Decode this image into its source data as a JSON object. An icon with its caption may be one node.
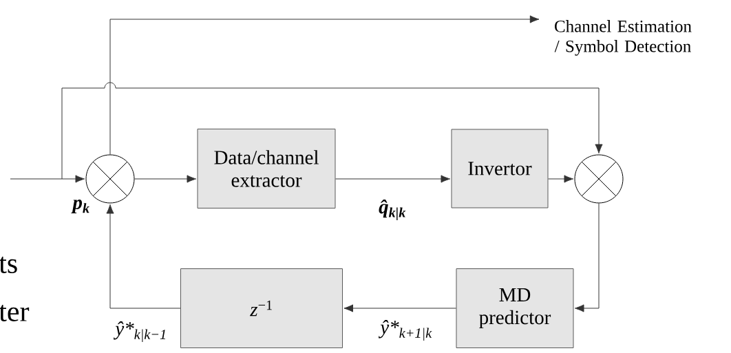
{
  "diagram": {
    "nodes": [
      {
        "text": [
          "Data/channel extractor"
        ]
      },
      {
        "text": [
          "Invertor"
        ]
      },
      {
        "text": [
          "MD predictor"
        ]
      },
      {
        "text": [
          "*z*$^{−1}$"
        ]
      },
      {
        "text": [],
        "shape": "circle"
      },
      {
        "text": [],
        "shape": "circle"
      },
      {
        "text": [
          "Channel Estimation / Symbol Detection"
        ]
      }
    ],
    "edges": [
      {
        "from": null,
        "to": 4,
        "arrow": "to",
        "label": "**p**$_{k}$"
      },
      {
        "from": null,
        "to": 5,
        "arrow": "to"
      },
      {
        "from": 4,
        "to": 6,
        "arrow": "to"
      },
      {
        "from": 4,
        "to": 0,
        "arrow": "to"
      },
      {
        "from": 0,
        "to": 1,
        "arrow": "to",
        "label": "**q̂**$_{k|k}$"
      },
      {
        "from": 1,
        "to": 5,
        "arrow": "to"
      },
      {
        "from": 5,
        "to": 2,
        "arrow": "to"
      },
      {
        "from": 2,
        "to": 3,
        "arrow": "to",
        "label": "ŷ*$_{k+1|k}$"
      },
      {
        "from": 3,
        "to": 4,
        "arrow": "to",
        "label": "ŷ*$_{k|k−1}$"
      }
    ],
    "labels": [
      "ts",
      "ter"
    ]
  }
}
